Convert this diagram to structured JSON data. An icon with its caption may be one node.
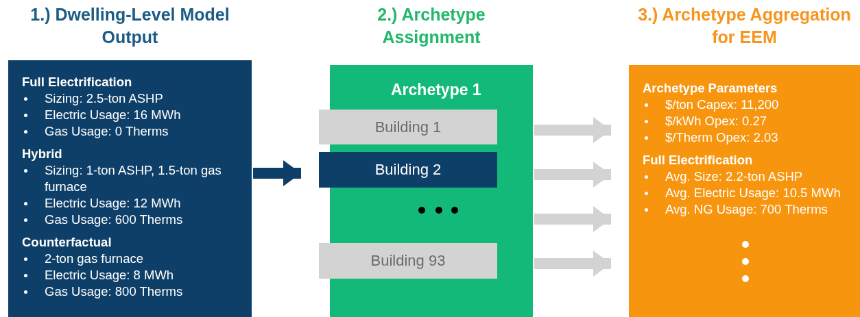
{
  "diagram": {
    "nodes": [
      {
        "text": [
          "1.) Dwelling-Level Model Output",
          "Full Electrification",
          "Sizing: 2.5-ton ASHP",
          "Electric Usage: 16 MWh",
          "Gas Usage: 0 Therms",
          "Hybrid",
          "Sizing: 1-ton ASHP, 1.5-ton gas furnace",
          "Electric Usage: 12 MWh",
          "Gas Usage: 600 Therms",
          "Counterfactual",
          "2-ton gas furnace",
          "Electric Usage: 8 MWh",
          "Gas Usage: 800 Therms"
        ]
      },
      {
        "text": [
          "2.) Archetype Assignment",
          "Archetype 1"
        ]
      },
      {
        "text": [
          "Building 1"
        ],
        "in": 1
      },
      {
        "text": [
          "Building 2"
        ],
        "in": 1
      },
      {
        "text": [
          "Building 93"
        ],
        "in": 1
      },
      {
        "text": [
          "3.) Archetype Aggregation for EEM",
          "Archetype Parameters",
          "$/ton Capex: 11,200",
          "$/kWh Opex: 0.27",
          "$/Therm Opex: 2.03",
          "Full Electrification",
          "Avg. Size: 2.2-ton ASHP",
          "Avg. Electric Usage:  10.5 MWh",
          "Avg. NG Usage: 700 Therms"
        ]
      }
    ],
    "edges": [
      {
        "from": 0,
        "to": 3,
        "arrow": "to",
        "color": "#0e3f68"
      },
      {
        "from": 1,
        "to": 5,
        "arrow": "to"
      },
      {
        "from": 1,
        "to": 5,
        "arrow": "to"
      },
      {
        "from": 1,
        "to": 5,
        "arrow": "to"
      },
      {
        "from": 1,
        "to": 5,
        "arrow": "to"
      }
    ]
  }
}
